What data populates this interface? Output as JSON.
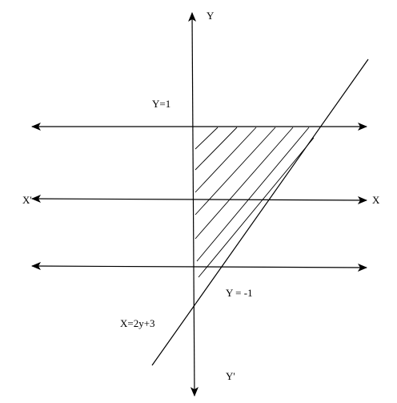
{
  "axes": {
    "y_top": "Y",
    "y_bottom": "Y'",
    "x_right": "X",
    "x_left": "X'"
  },
  "lines": {
    "upper": "Y=1",
    "lower": "Y = -1",
    "oblique": "X=2y+3"
  },
  "style": {
    "stroke": "#000000",
    "background": "#ffffff"
  }
}
